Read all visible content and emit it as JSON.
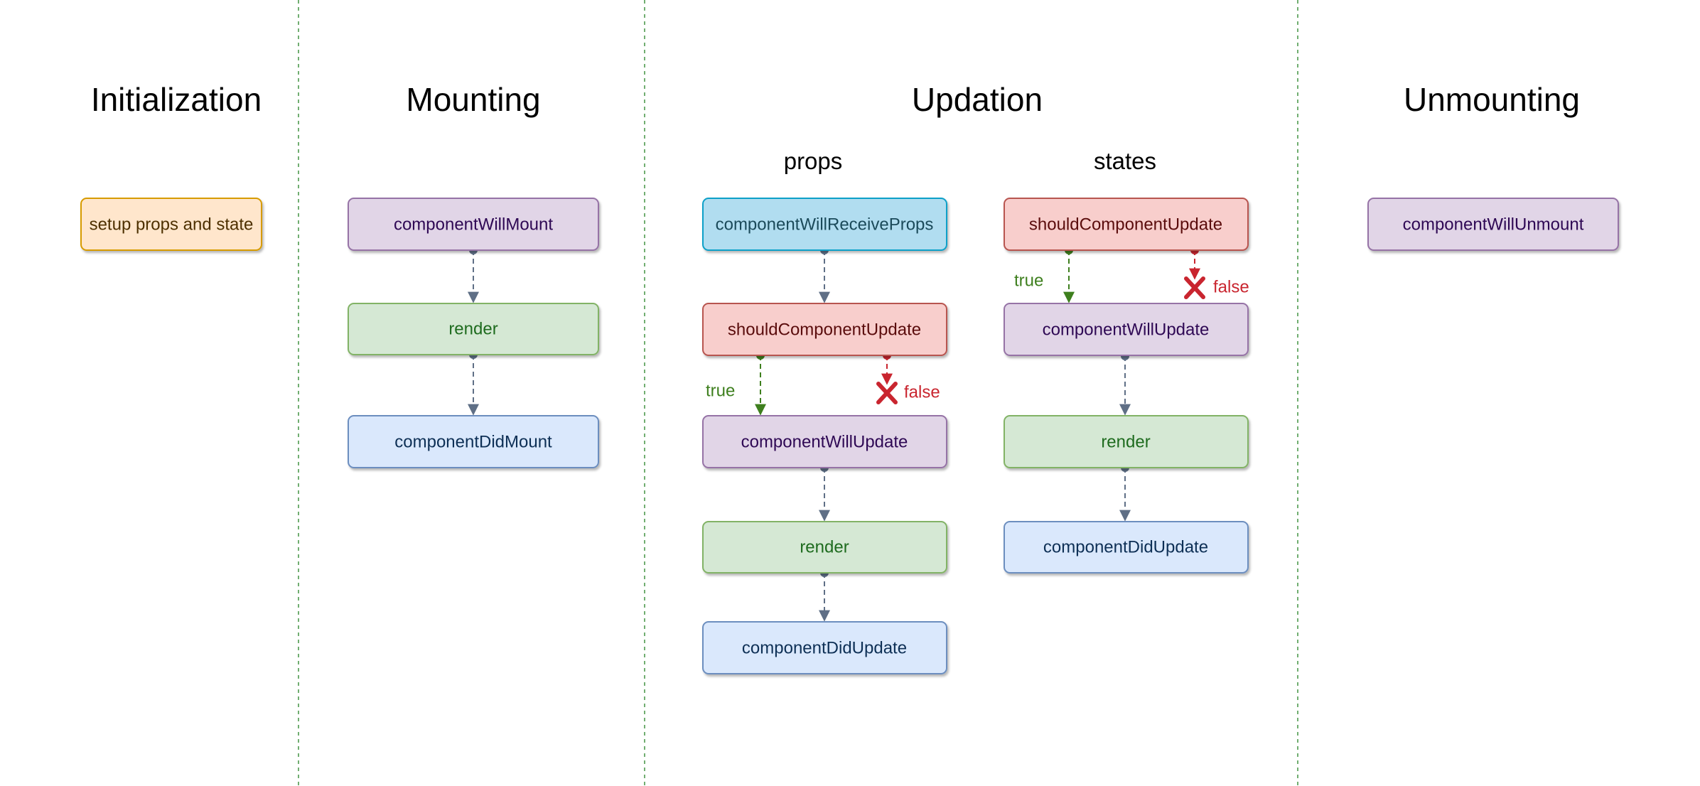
{
  "phases": {
    "initialization": "Initialization",
    "mounting": "Mounting",
    "updation": "Updation",
    "unmounting": "Unmounting"
  },
  "updation_columns": {
    "props": "props",
    "states": "states"
  },
  "nodes": {
    "setup": "setup props and state",
    "mount_will_mount": "componentWillMount",
    "mount_render": "render",
    "mount_did_mount": "componentDidMount",
    "props_will_receive": "componentWillReceiveProps",
    "props_should_update": "shouldComponentUpdate",
    "props_will_update": "componentWillUpdate",
    "props_render": "render",
    "props_did_update": "componentDidUpdate",
    "states_should_update": "shouldComponentUpdate",
    "states_will_update": "componentWillUpdate",
    "states_render": "render",
    "states_did_update": "componentDidUpdate",
    "will_unmount": "componentWillUnmount"
  },
  "branch_labels": {
    "props_true": "true",
    "props_false": "false",
    "states_true": "true",
    "states_false": "false"
  },
  "colors": {
    "orange_fill": "#ffe6cc",
    "orange_stroke": "#d79b00",
    "orange_text": "#4d3000",
    "purple_fill": "#e1d5e7",
    "purple_stroke": "#9673a6",
    "purple_text": "#2e0854",
    "green_fill": "#d5e8d4",
    "green_stroke": "#82b366",
    "green_text": "#1e6b1e",
    "blue_fill": "#dae8fc",
    "blue_stroke": "#6c8ebf",
    "blue_text": "#0d2f55",
    "cyan_fill": "#b1ddf0",
    "cyan_stroke": "#10a0c8",
    "cyan_text": "#1b4a5a",
    "red_fill": "#f8cecc",
    "red_stroke": "#b85450",
    "red_text": "#5a0c0c",
    "edge": "#5f6f86",
    "true": "#3e7f1e",
    "false": "#c9252f",
    "separator": "#4e9a4e"
  }
}
